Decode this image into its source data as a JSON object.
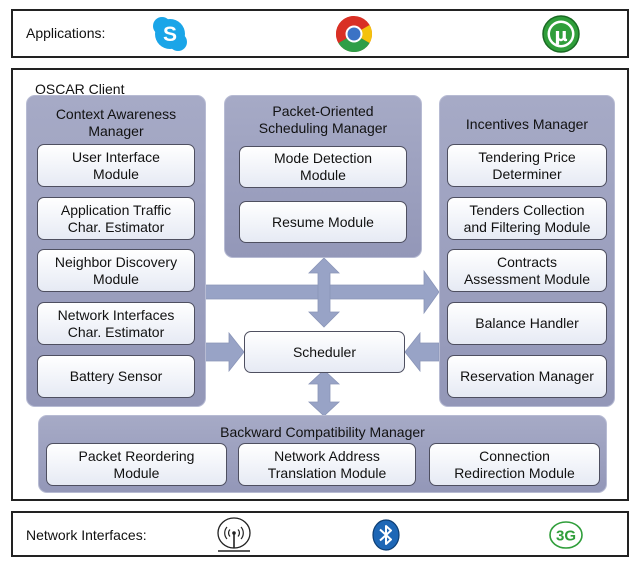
{
  "applications": {
    "label": "Applications:",
    "icons": [
      "skype-icon",
      "chrome-icon",
      "utorrent-icon"
    ]
  },
  "oscar": {
    "label": "OSCAR Client",
    "context": {
      "title": "Context Awareness\nManager",
      "modules": [
        "User Interface\nModule",
        "Application Traffic\nChar. Estimator",
        "Neighbor Discovery\nModule",
        "Network Interfaces\nChar. Estimator",
        "Battery Sensor"
      ]
    },
    "packet": {
      "title": "Packet-Oriented\nScheduling Manager",
      "modules": [
        "Mode Detection\nModule",
        "Resume Module"
      ]
    },
    "incentives": {
      "title": "Incentives Manager",
      "modules": [
        "Tendering Price\nDeterminer",
        "Tenders Collection\nand Filtering Module",
        "Contracts\nAssessment Module",
        "Balance Handler",
        "Reservation Manager"
      ]
    },
    "scheduler": "Scheduler",
    "backward": {
      "title": "Backward Compatibility Manager",
      "modules": [
        "Packet Reordering\nModule",
        "Network Address\nTranslation Module",
        "Connection\nRedirection Module"
      ]
    }
  },
  "network": {
    "label": "Network Interfaces:",
    "icons": [
      "wifi-antenna-icon",
      "bluetooth-icon",
      "3g-icon"
    ],
    "threeg_text": "3G"
  },
  "colors": {
    "manager_fill": "#9a9ebd",
    "module_fill": "#e9edf6",
    "arrow_fill": "#98a3c6",
    "chrome_red": "#d93025",
    "chrome_yellow": "#f4c20d",
    "chrome_green": "#2e9e47",
    "chrome_blue": "#3b73c5",
    "skype_blue": "#1aa5e8",
    "utorrent_green": "#2f9e3a",
    "bluetooth_blue": "#1e67b6"
  }
}
